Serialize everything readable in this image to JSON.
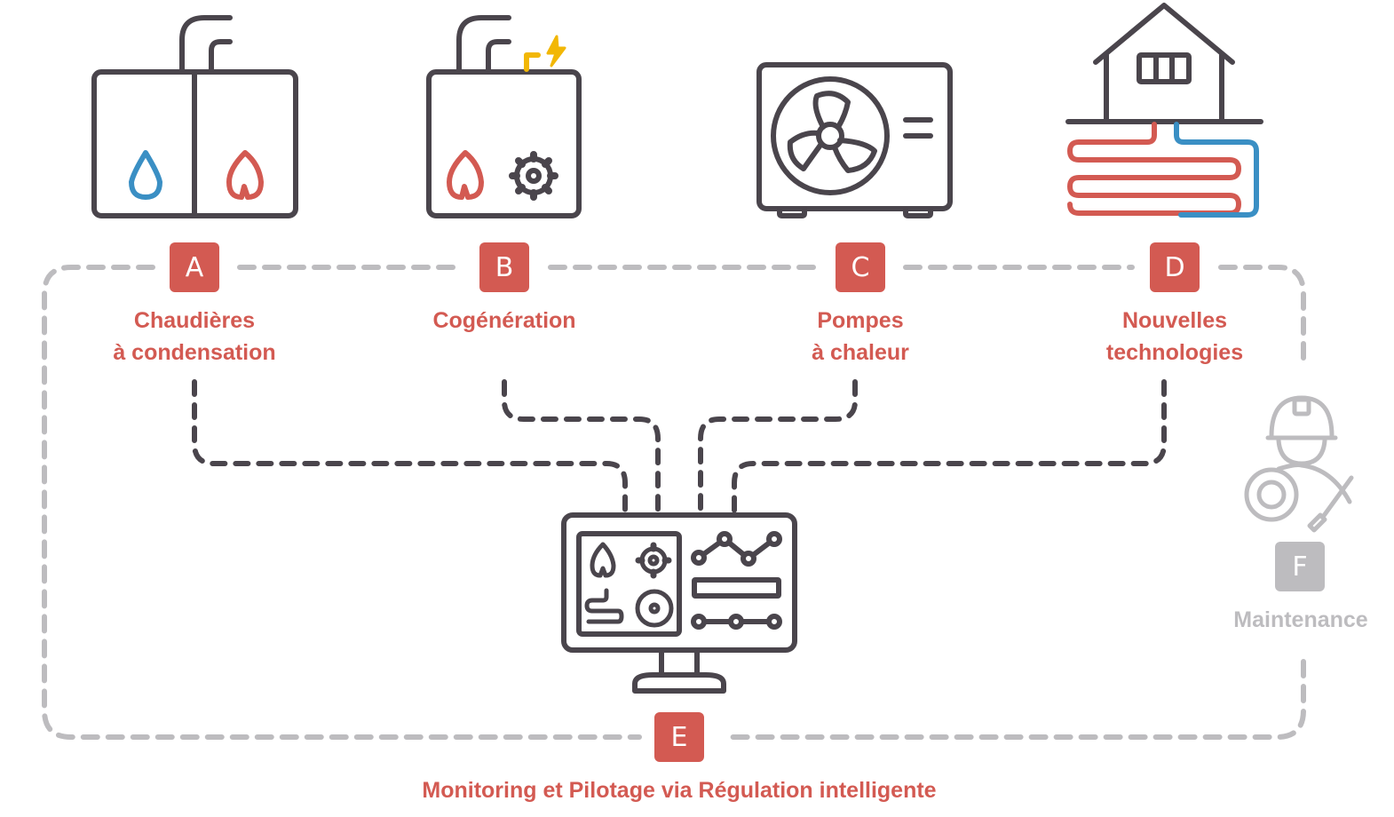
{
  "colors": {
    "accent": "#d35a52",
    "icon_stroke": "#4a454c",
    "water_blue": "#3a8fc4",
    "electric_yellow": "#f2b705",
    "muted_grey": "#bdbcbf"
  },
  "nodes": [
    {
      "id": "A",
      "badge": "A",
      "label_line1": "Chaudières",
      "label_line2": "à condensation",
      "icon": "condensing-boiler-icon"
    },
    {
      "id": "B",
      "badge": "B",
      "label_line1": "Cogénération",
      "label_line2": "",
      "icon": "cogeneration-unit-icon"
    },
    {
      "id": "C",
      "badge": "C",
      "label_line1": "Pompes",
      "label_line2": "à chaleur",
      "icon": "heat-pump-icon"
    },
    {
      "id": "D",
      "badge": "D",
      "label_line1": "Nouvelles",
      "label_line2": "technologies",
      "icon": "geothermal-house-icon"
    }
  ],
  "hub": {
    "id": "E",
    "badge": "E",
    "label": "Monitoring et Pilotage via Régulation intelligente",
    "icon": "monitoring-screen-icon"
  },
  "maintenance": {
    "id": "F",
    "badge": "F",
    "label": "Maintenance",
    "icon": "technician-icon"
  }
}
